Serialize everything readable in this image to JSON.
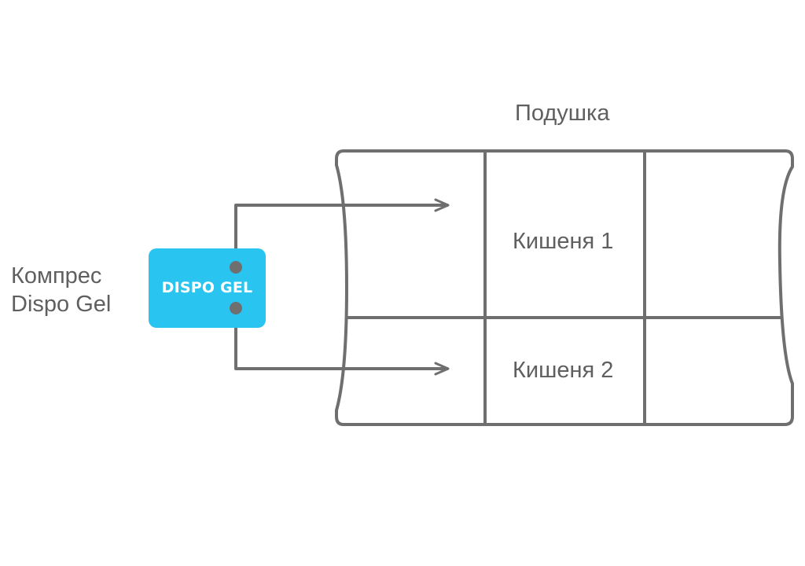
{
  "diagram": {
    "title": "Подушка",
    "compress_label_line1": "Компрес",
    "compress_label_line2": "Dispo Gel",
    "gel_box_label": "DISPO GEL",
    "pocket_1_label": "Кишеня 1",
    "pocket_2_label": "Кишеня 2"
  },
  "colors": {
    "line": "#6f6f6f",
    "gel_box": "#29c5f0",
    "text": "#5f5f5f"
  }
}
